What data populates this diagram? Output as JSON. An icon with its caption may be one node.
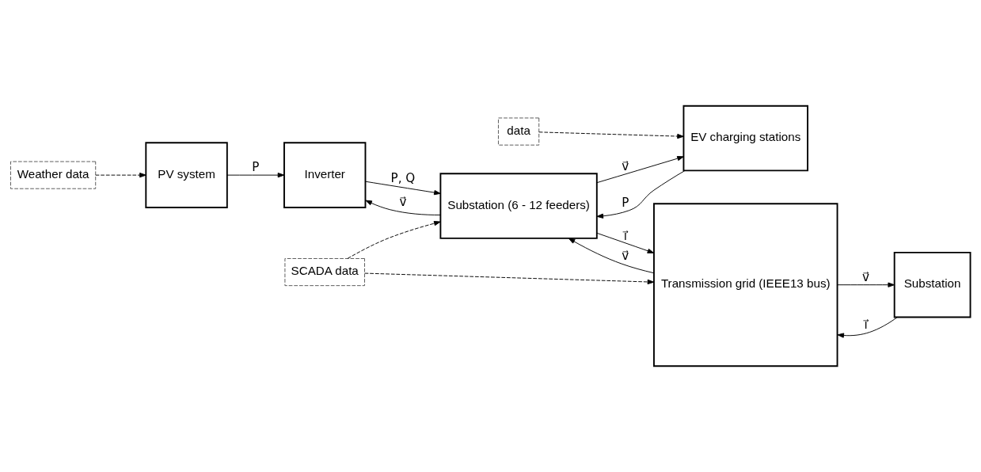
{
  "diagram": {
    "nodes": [
      {
        "text": [
          "data"
        ]
      },
      {
        "text": [
          "Weather data"
        ]
      },
      {
        "text": [
          "SCADA data"
        ]
      },
      {
        "text": [
          "PV system"
        ]
      },
      {
        "text": [
          "Inverter"
        ]
      },
      {
        "text": [
          "Substation (6 - 12 feeders)"
        ]
      },
      {
        "text": [
          "Transmission grid (IEEE13 bus)"
        ]
      },
      {
        "text": [
          "EV charging stations"
        ]
      },
      {
        "text": [
          "Substation"
        ]
      }
    ],
    "edges": [
      {
        "from": 0,
        "to": 7,
        "arrow": "to",
        "style": "dashed"
      },
      {
        "from": 1,
        "to": 3,
        "arrow": "to",
        "style": "dashed"
      },
      {
        "from": 2,
        "to": 5,
        "arrow": "to",
        "style": "dashed"
      },
      {
        "from": 2,
        "to": 6,
        "arrow": "to",
        "style": "dashed"
      },
      {
        "from": 3,
        "to": 4,
        "arrow": "to",
        "label": "P"
      },
      {
        "from": 4,
        "to": 5,
        "arrow": "to",
        "label": "P, Q"
      },
      {
        "from": 7,
        "to": 5,
        "arrow": "to",
        "label": "P"
      },
      {
        "from": 5,
        "to": 6,
        "arrow": "to",
        "label": "i⃗"
      },
      {
        "from": 8,
        "to": 6,
        "arrow": "to",
        "label": "i⃗"
      },
      {
        "from": 6,
        "to": 5,
        "arrow": "to",
        "label": "v⃗"
      },
      {
        "from": 5,
        "to": 4,
        "arrow": "to",
        "label": "v⃗"
      },
      {
        "from": 5,
        "to": 7,
        "arrow": "to",
        "label": "v⃗"
      },
      {
        "from": 6,
        "to": 8,
        "arrow": "to",
        "label": "v⃗"
      }
    ]
  }
}
